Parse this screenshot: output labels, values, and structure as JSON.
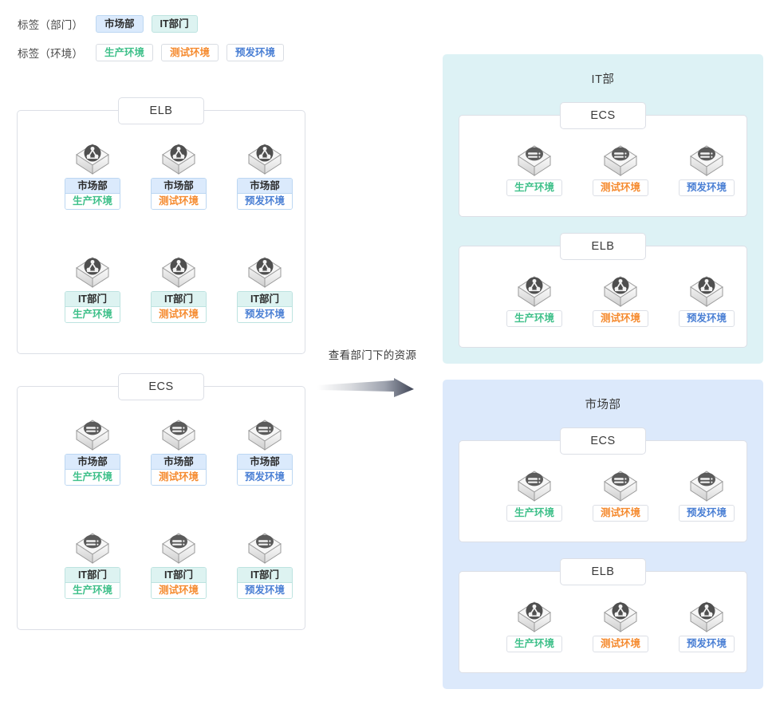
{
  "legend": {
    "dept": {
      "label": "标签（部门）",
      "chips": [
        {
          "text": "市场部",
          "kind": "dept-mkt"
        },
        {
          "text": "IT部门",
          "kind": "dept-it"
        }
      ]
    },
    "env": {
      "label": "标签（环境）",
      "chips": [
        {
          "text": "生产环境",
          "kind": "env-prod"
        },
        {
          "text": "测试环境",
          "kind": "env-test"
        },
        {
          "text": "预发环境",
          "kind": "env-pre"
        }
      ]
    }
  },
  "arrow": {
    "caption": "查看部门下的资源",
    "gradient_from": "#ffffff",
    "gradient_to": "#3f4455"
  },
  "colors": {
    "dept_mkt_bg": "#dbeafc",
    "dept_it_bg": "#ddf3f1",
    "panel_it_bg": "#ddf2f5",
    "panel_mkt_bg": "#dce9fb",
    "env_prod": "#3fc08a",
    "env_test": "#f58a2e",
    "env_pre": "#4a7fd4",
    "border": "#dcdfe6"
  },
  "left": {
    "groups": [
      {
        "title": "ELB",
        "icon": "elb-icon",
        "nodes": [
          {
            "dept": "市场部",
            "dept_kind": "dept-mkt",
            "env": "生产环境",
            "env_kind": "env-prod"
          },
          {
            "dept": "市场部",
            "dept_kind": "dept-mkt",
            "env": "测试环境",
            "env_kind": "env-test"
          },
          {
            "dept": "市场部",
            "dept_kind": "dept-mkt",
            "env": "预发环境",
            "env_kind": "env-pre"
          },
          {
            "dept": "IT部门",
            "dept_kind": "dept-it",
            "env": "生产环境",
            "env_kind": "env-prod"
          },
          {
            "dept": "IT部门",
            "dept_kind": "dept-it",
            "env": "测试环境",
            "env_kind": "env-test"
          },
          {
            "dept": "IT部门",
            "dept_kind": "dept-it",
            "env": "预发环境",
            "env_kind": "env-pre"
          }
        ]
      },
      {
        "title": "ECS",
        "icon": "ecs-icon",
        "nodes": [
          {
            "dept": "市场部",
            "dept_kind": "dept-mkt",
            "env": "生产环境",
            "env_kind": "env-prod"
          },
          {
            "dept": "市场部",
            "dept_kind": "dept-mkt",
            "env": "测试环境",
            "env_kind": "env-test"
          },
          {
            "dept": "市场部",
            "dept_kind": "dept-mkt",
            "env": "预发环境",
            "env_kind": "env-pre"
          },
          {
            "dept": "IT部门",
            "dept_kind": "dept-it",
            "env": "生产环境",
            "env_kind": "env-prod"
          },
          {
            "dept": "IT部门",
            "dept_kind": "dept-it",
            "env": "测试环境",
            "env_kind": "env-test"
          },
          {
            "dept": "IT部门",
            "dept_kind": "dept-it",
            "env": "预发环境",
            "env_kind": "env-pre"
          }
        ]
      }
    ]
  },
  "right": {
    "panels": [
      {
        "title": "IT部",
        "theme": "it",
        "groups": [
          {
            "title": "ECS",
            "icon": "ecs-icon",
            "nodes": [
              {
                "env": "生产环境",
                "env_kind": "env-prod"
              },
              {
                "env": "测试环境",
                "env_kind": "env-test"
              },
              {
                "env": "预发环境",
                "env_kind": "env-pre"
              }
            ]
          },
          {
            "title": "ELB",
            "icon": "elb-icon",
            "nodes": [
              {
                "env": "生产环境",
                "env_kind": "env-prod"
              },
              {
                "env": "测试环境",
                "env_kind": "env-test"
              },
              {
                "env": "预发环境",
                "env_kind": "env-pre"
              }
            ]
          }
        ]
      },
      {
        "title": "市场部",
        "theme": "mkt",
        "groups": [
          {
            "title": "ECS",
            "icon": "ecs-icon",
            "nodes": [
              {
                "env": "生产环境",
                "env_kind": "env-prod"
              },
              {
                "env": "测试环境",
                "env_kind": "env-test"
              },
              {
                "env": "预发环境",
                "env_kind": "env-pre"
              }
            ]
          },
          {
            "title": "ELB",
            "icon": "elb-icon",
            "nodes": [
              {
                "env": "生产环境",
                "env_kind": "env-prod"
              },
              {
                "env": "测试环境",
                "env_kind": "env-test"
              },
              {
                "env": "预发环境",
                "env_kind": "env-pre"
              }
            ]
          }
        ]
      }
    ]
  }
}
